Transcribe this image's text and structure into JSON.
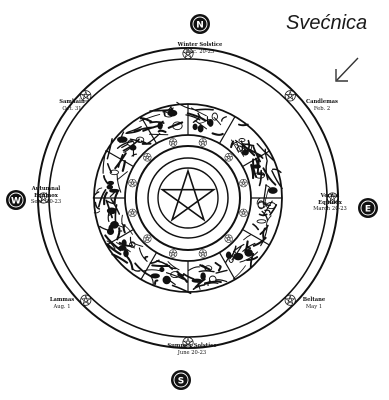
{
  "annotation": {
    "text": "Svećnica"
  },
  "directions": {
    "north": "N",
    "east": "E",
    "south": "S",
    "west": "W"
  },
  "festivals": {
    "winter_solstice": {
      "name": "Winter Solstice",
      "date": "Dec. 20-23"
    },
    "candlemas": {
      "name": "Candlemas",
      "date": "Feb. 2"
    },
    "vernal_equinox": {
      "name": "Vernal Equinox",
      "date": "March 20-23"
    },
    "beltane": {
      "name": "Beltane",
      "date": "May 1"
    },
    "summer_solstice": {
      "name": "Summer Solstice",
      "date": "June 20-23"
    },
    "lammas": {
      "name": "Lammas",
      "date": "Aug. 1"
    },
    "autumnal_equinox": {
      "name": "Autumnal Equinox",
      "date": "Sept. 20-23"
    },
    "samhain": {
      "name": "Samhain",
      "date": "Oct. 31"
    }
  },
  "colors": {
    "ink": "#111111",
    "paper": "#ffffff"
  }
}
